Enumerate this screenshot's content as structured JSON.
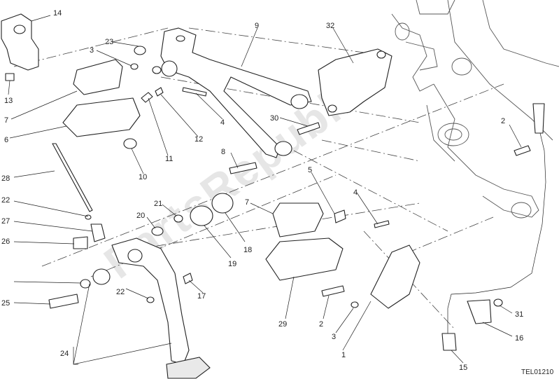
{
  "drawing_code": "TEL01210",
  "watermark": "PartsRepublik",
  "callouts": [
    "14",
    "23",
    "3",
    "9",
    "32",
    "13",
    "7",
    "6",
    "10",
    "11",
    "12",
    "4",
    "30",
    "2",
    "8",
    "28",
    "22",
    "27",
    "26",
    "20",
    "25",
    "21",
    "5",
    "7",
    "18",
    "19",
    "17",
    "22",
    "4",
    "29",
    "2",
    "3",
    "1",
    "31",
    "16",
    "15",
    "24"
  ],
  "colors": {
    "line": "#222222",
    "watermark": "#d2d2d2",
    "background": "#ffffff"
  }
}
